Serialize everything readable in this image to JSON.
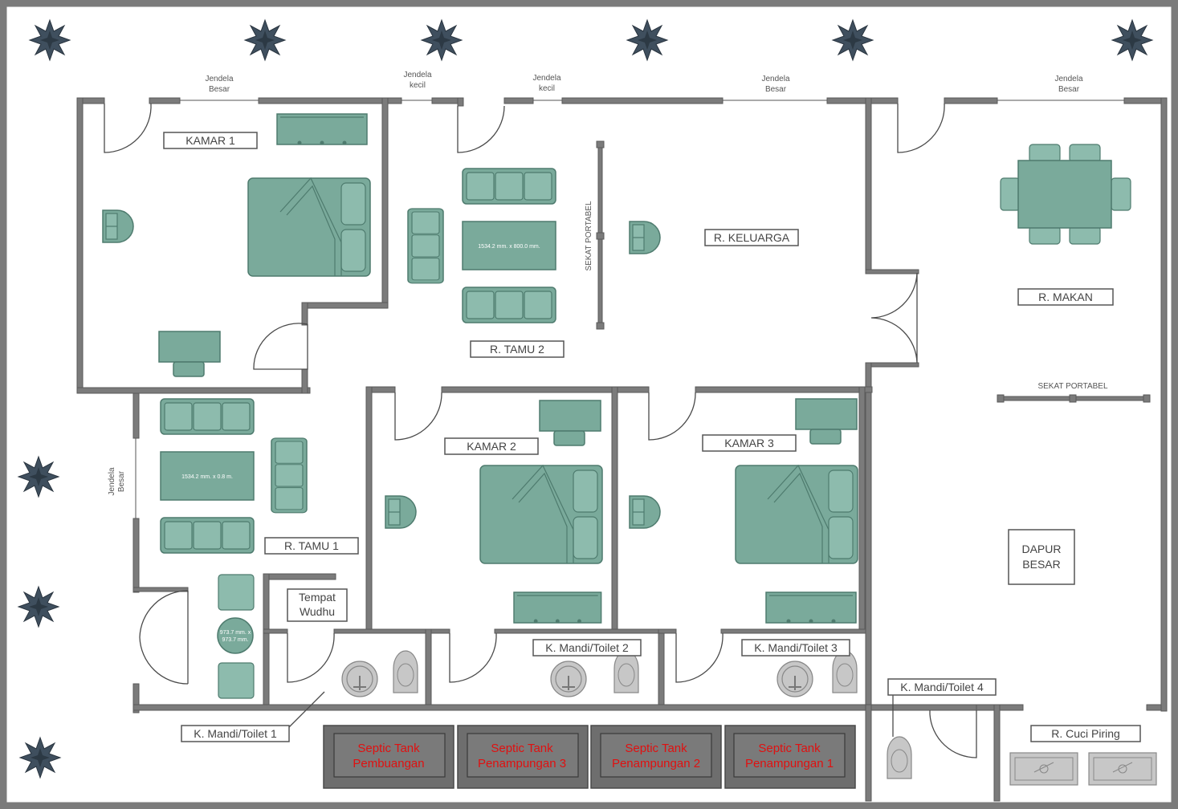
{
  "rooms": {
    "kamar1": "KAMAR 1",
    "kamar2": "KAMAR 2",
    "kamar3": "KAMAR 3",
    "tamu1": "R. TAMU 1",
    "tamu2": "R. TAMU 2",
    "keluarga": "R. KELUARGA",
    "makan": "R. MAKAN",
    "dapur_line1": "DAPUR",
    "dapur_line2": "BESAR",
    "wudhu_line1": "Tempat",
    "wudhu_line2": "Wudhu",
    "toilet1": "K. Mandi/Toilet 1",
    "toilet2": "K. Mandi/Toilet 2",
    "toilet3": "K. Mandi/Toilet 3",
    "toilet4": "K. Mandi/Toilet 4",
    "cuci": "R. Cuci Piring"
  },
  "windows": {
    "w1_line1": "Jendela",
    "w1_line2": "Besar",
    "w2_line1": "Jendela",
    "w2_line2": "kecil",
    "w3_line1": "Jendela",
    "w3_line2": "kecil",
    "w4_line1": "Jendela",
    "w4_line2": "Besar",
    "w5_line1": "Jendela",
    "w5_line2": "Besar",
    "w6_line1": "Jendela",
    "w6_line2": "Besar"
  },
  "partitions": {
    "sekat1": "SEKAT PORTABEL",
    "sekat2": "SEKAT PORTABEL"
  },
  "furniture_notes": {
    "table_tamu2": "1534.2 mm. x 800.0 mm.",
    "table_tamu1": "1534.2 mm. x 0.8 m.",
    "round_table_line1": "973.7 mm. x",
    "round_table_line2": "973.7 mm."
  },
  "septic": {
    "s1_line1": "Septic Tank",
    "s1_line2": "Pembuangan",
    "s2_line1": "Septic Tank",
    "s2_line2": "Penampungan 3",
    "s3_line1": "Septic Tank",
    "s3_line2": "Penampungan 2",
    "s4_line1": "Septic Tank",
    "s4_line2": "Penampungan 1"
  },
  "colors": {
    "furniture": "#7aaa9b",
    "wall": "#7b7b7b",
    "plant": "#3f4f5e",
    "septic_text": "#e01010"
  }
}
